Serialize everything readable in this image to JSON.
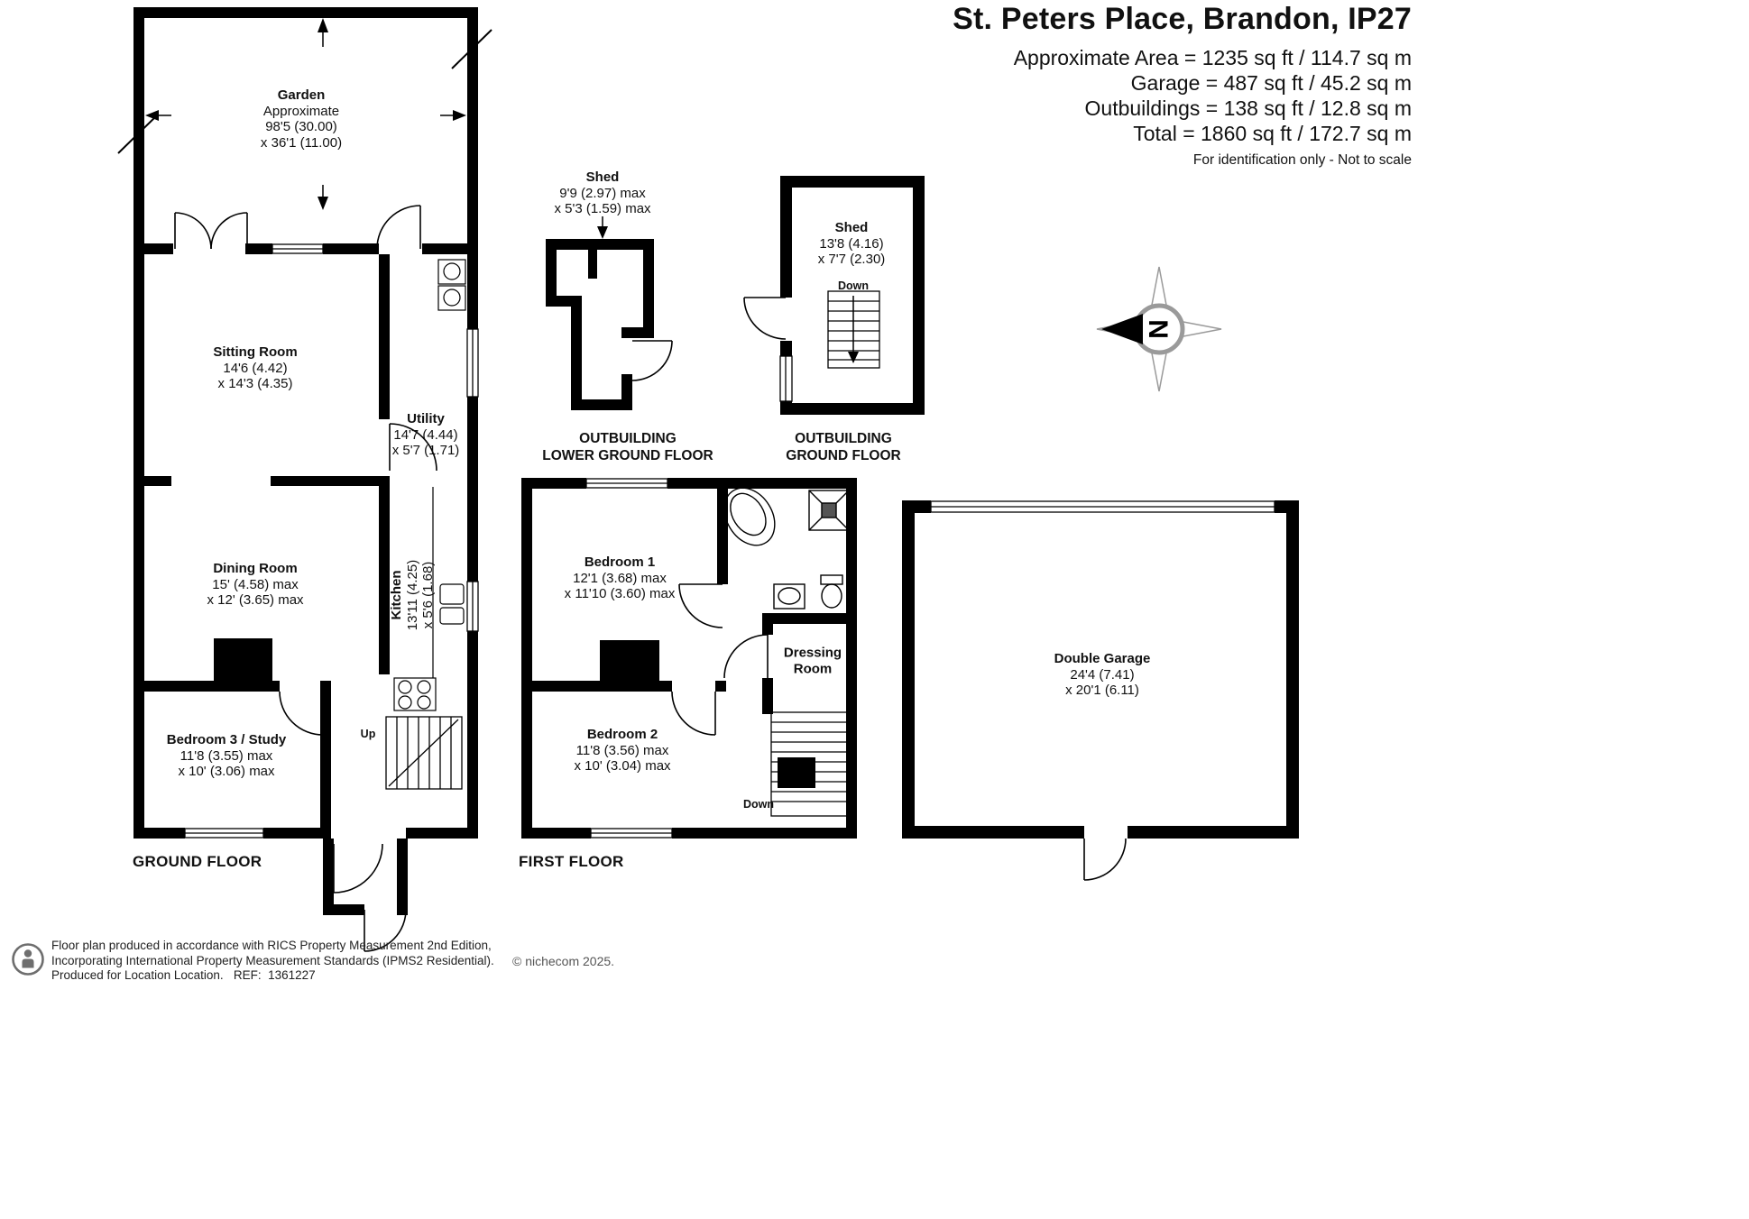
{
  "header": {
    "title": "St. Peters Place, Brandon, IP27",
    "area_lines": [
      "Approximate Area = 1235 sq ft / 114.7 sq m",
      "Garage = 487 sq ft / 45.2 sq m",
      "Outbuildings = 138 sq ft / 12.8 sq m",
      "Total = 1860 sq ft / 172.7 sq m"
    ],
    "disclaimer": "For identification only - Not to scale"
  },
  "compass": {
    "letter": "N"
  },
  "ground": {
    "floor_label": "GROUND FLOOR",
    "stairs_label": "Up",
    "rooms": {
      "garden": {
        "name": "Garden",
        "sub": "Approximate",
        "dim1": "98'5 (30.00)",
        "dim2": "x 36'1 (11.00)"
      },
      "sitting": {
        "name": "Sitting Room",
        "dim1": "14'6 (4.42)",
        "dim2": "x 14'3 (4.35)"
      },
      "utility": {
        "name": "Utility",
        "dim1": "14'7 (4.44)",
        "dim2": "x 5'7 (1.71)"
      },
      "dining": {
        "name": "Dining Room",
        "dim1": "15' (4.58) max",
        "dim2": "x 12' (3.65) max"
      },
      "kitchen": {
        "name": "Kitchen",
        "dim1": "13'11 (4.25)",
        "dim2": "x 5'6 (1.68)"
      },
      "bedroom3": {
        "name": "Bedroom 3 / Study",
        "dim1": "11'8 (3.55) max",
        "dim2": "x 10' (3.06) max"
      }
    }
  },
  "first": {
    "floor_label": "FIRST FLOOR",
    "stairs_label": "Down",
    "rooms": {
      "bedroom1": {
        "name": "Bedroom 1",
        "dim1": "12'1 (3.68) max",
        "dim2": "x 11'10 (3.60) max"
      },
      "dressing": {
        "name": "Dressing",
        "name2": "Room"
      },
      "bedroom2": {
        "name": "Bedroom 2",
        "dim1": "11'8 (3.56) max",
        "dim2": "x 10' (3.04) max"
      }
    }
  },
  "outbuilding_lower": {
    "label1": "OUTBUILDING",
    "label2": "LOWER GROUND FLOOR",
    "shed": {
      "name": "Shed",
      "dim1": "9'9 (2.97) max",
      "dim2": "x 5'3 (1.59) max"
    }
  },
  "outbuilding_ground": {
    "label1": "OUTBUILDING",
    "label2": "GROUND FLOOR",
    "stairs_label": "Down",
    "shed": {
      "name": "Shed",
      "dim1": "13'8 (4.16)",
      "dim2": "x 7'7 (2.30)"
    }
  },
  "garage": {
    "room": {
      "name": "Double Garage",
      "dim1": "24'4 (7.41)",
      "dim2": "x 20'1 (6.11)"
    }
  },
  "footer": {
    "line1": "Floor plan produced in accordance with RICS Property Measurement 2nd Edition,",
    "line2": "Incorporating International Property Measurement Standards (IPMS2 Residential).",
    "line3": "Produced for Location Location.   REF:  1361227",
    "copyright": "© nichecom 2025."
  },
  "colors": {
    "walls": "#000000",
    "compass_outline": "#9a9a9a"
  }
}
